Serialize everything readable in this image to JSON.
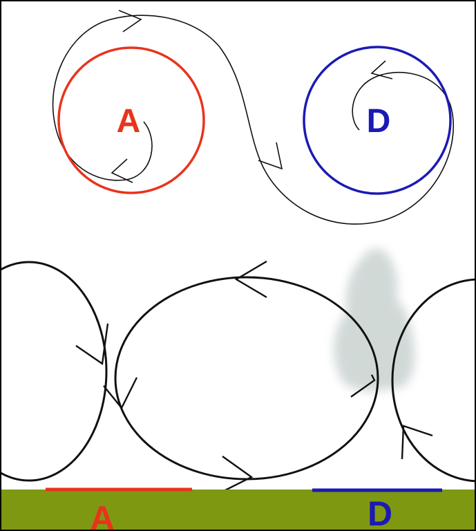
{
  "top_panel": {
    "cyclone_label": "A",
    "anticyclone_label": "D"
  },
  "bottom_panel": {
    "ground_label_left": "A",
    "ground_label_right": "D"
  },
  "colors": {
    "cyclone": "#e8341c",
    "anticyclone": "#1c1ab4",
    "ground": "#7f9812",
    "stroke": "#111111",
    "smoke": "#c9d3d1"
  },
  "icons": {
    "smoke": "smoke-plume-icon",
    "flow_arrow": "arrowhead-icon"
  }
}
